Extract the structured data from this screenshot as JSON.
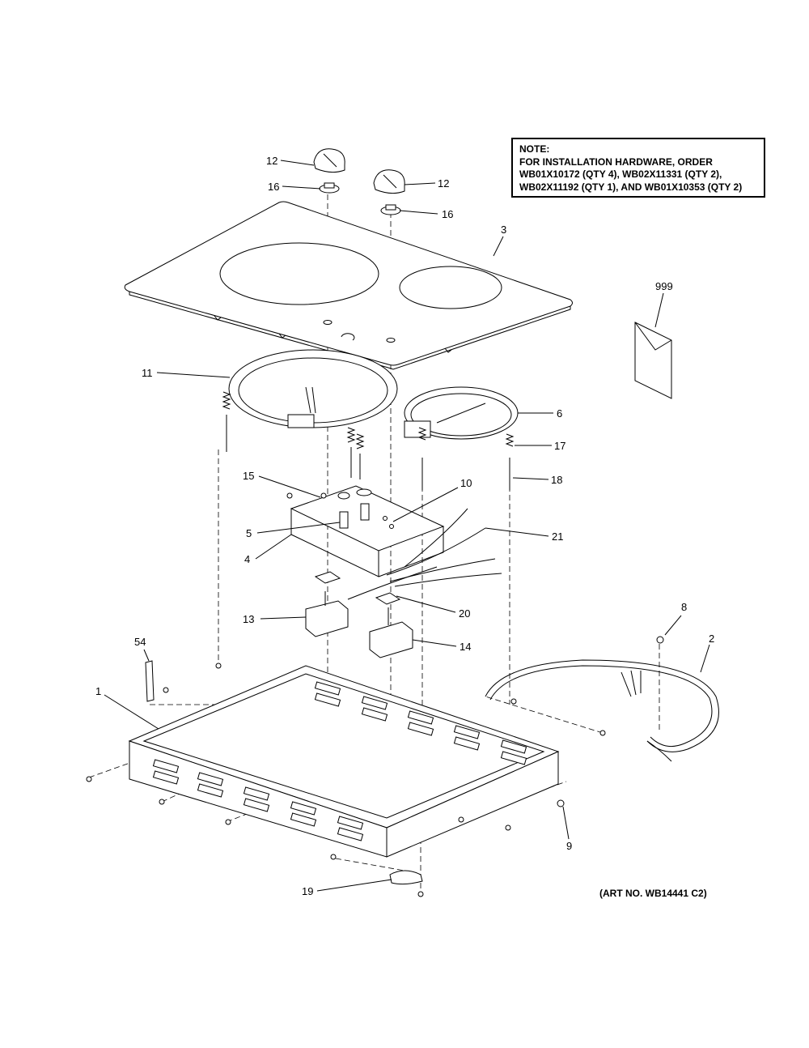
{
  "note": {
    "lines": [
      "NOTE:",
      "FOR INSTALLATION HARDWARE, ORDER",
      "WB01X10172 (QTY 4), WB02X11331 (QTY 2),",
      "WB02X11192 (QTY 1), AND WB01X10353 (QTY 2)"
    ]
  },
  "art_number": "(ART NO. WB14441 C2)",
  "callouts": {
    "c12a": "12",
    "c12b": "12",
    "c16a": "16",
    "c16b": "16",
    "c3": "3",
    "c999": "999",
    "c11": "11",
    "c6": "6",
    "c17": "17",
    "c18": "18",
    "c15": "15",
    "c10": "10",
    "c5": "5",
    "c4": "4",
    "c21": "21",
    "c13": "13",
    "c20": "20",
    "c14": "14",
    "c8": "8",
    "c2": "2",
    "c54": "54",
    "c1": "1",
    "c9": "9",
    "c19": "19"
  }
}
